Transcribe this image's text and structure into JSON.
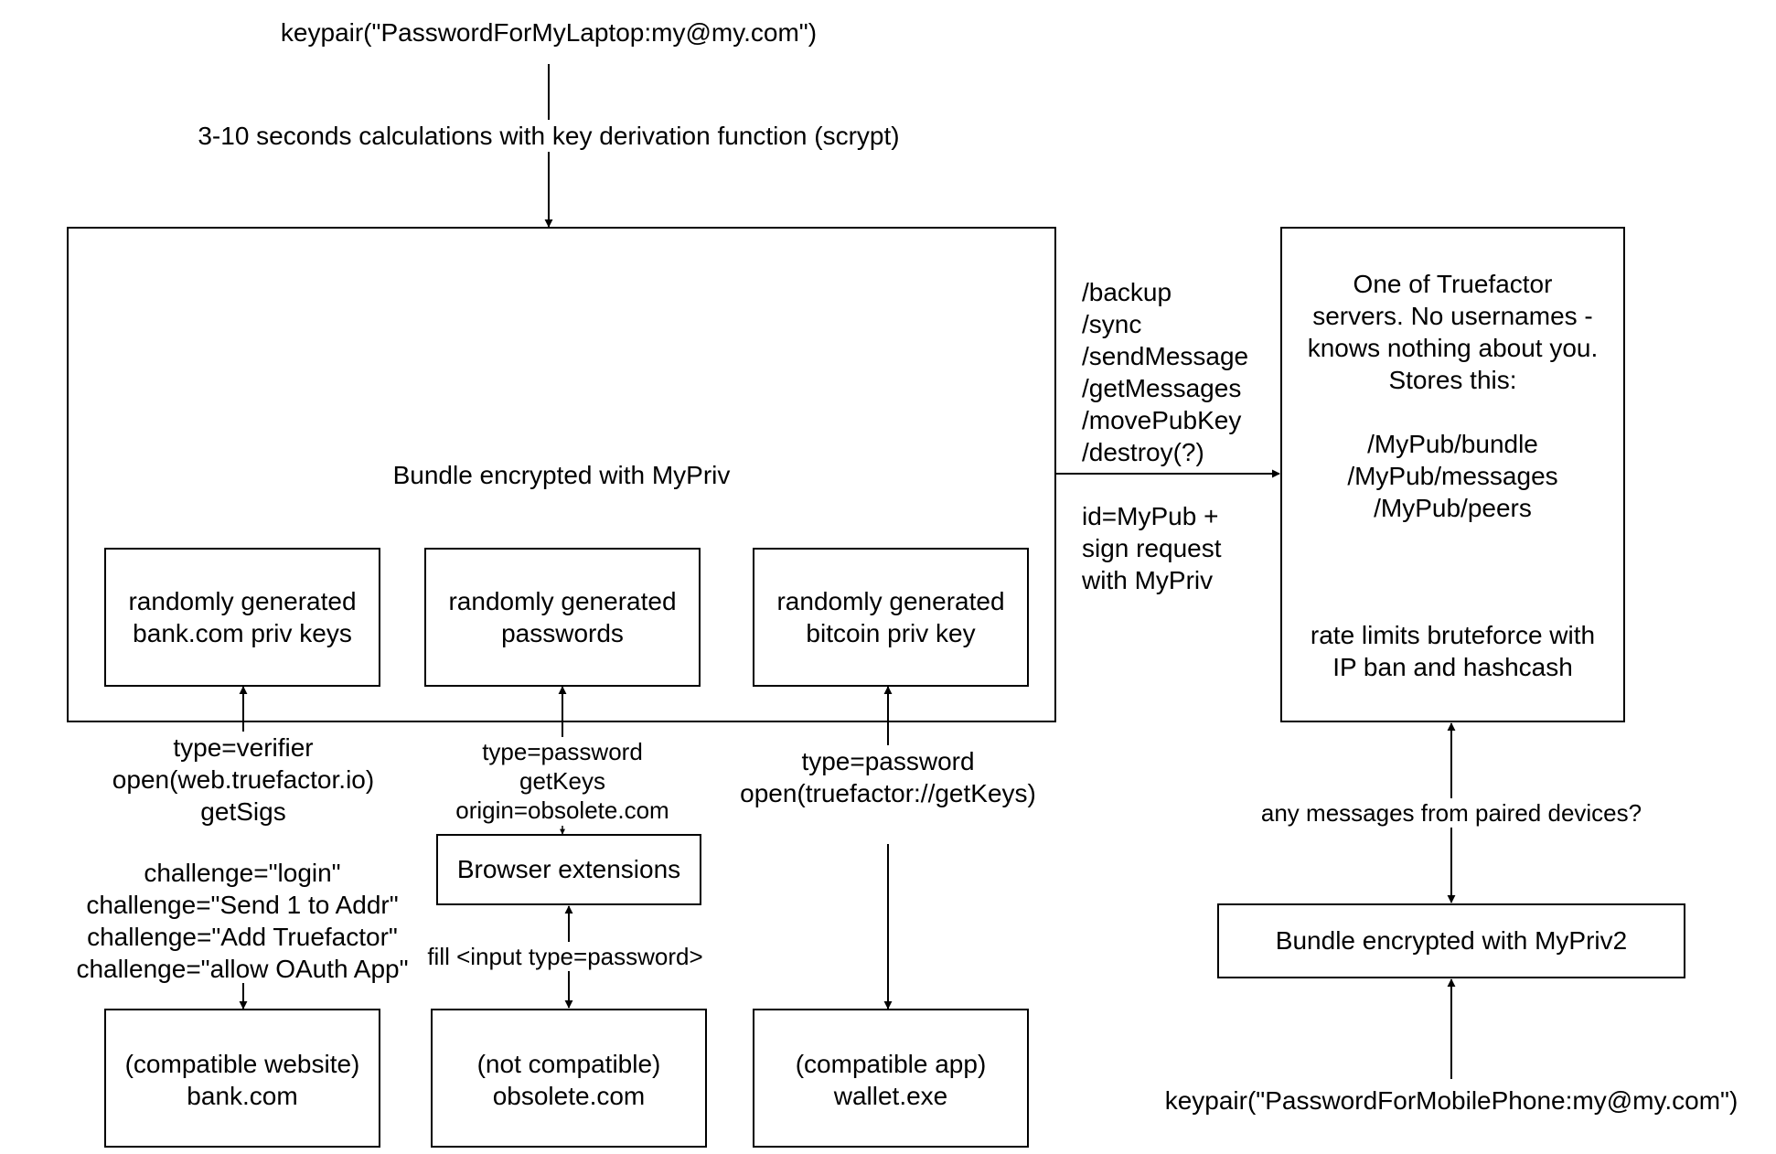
{
  "top_keypair": "keypair(\"PasswordForMyLaptop:my@my.com\")",
  "kdf_label": "3-10 seconds calculations with key derivation function (scrypt)",
  "bundle_title": "Bundle encrypted with MyPriv",
  "inner_boxes": {
    "bank_keys": [
      "randomly generated",
      "bank.com priv keys"
    ],
    "passwords": [
      "randomly generated",
      "passwords"
    ],
    "bitcoin_key": [
      "randomly generated",
      "bitcoin priv key"
    ]
  },
  "api_endpoints": [
    "/backup",
    "/sync",
    "/sendMessage",
    "/getMessages",
    "/movePubKey",
    "/destroy(?)"
  ],
  "auth_note": [
    "id=MyPub +",
    "sign request",
    "with MyPriv"
  ],
  "server": {
    "description": [
      "One of Truefactor",
      "servers. No usernames -",
      "knows nothing about you.",
      "Stores this:"
    ],
    "paths": [
      "/MyPub/bundle",
      "/MyPub/messages",
      "/MyPub/peers"
    ],
    "rate_limit": [
      "rate limits bruteforce with",
      "IP ban and hashcash"
    ]
  },
  "verifier_call": [
    "type=verifier",
    "open(web.truefactor.io)",
    "getSigs"
  ],
  "password_call": [
    "type=password",
    "getKeys",
    "origin=obsolete.com"
  ],
  "app_call": [
    "type=password",
    "open(truefactor://getKeys)"
  ],
  "challenges": [
    "challenge=\"login\"",
    "challenge=\"Send 1 to Addr\"",
    "challenge=\"Add Truefactor\"",
    "challenge=\"allow OAuth App\""
  ],
  "browser_extensions": "Browser extensions",
  "fill_input": "fill <input type=password>",
  "bottom_boxes": {
    "bank": [
      "(compatible website)",
      "bank.com"
    ],
    "obsolete": [
      "(not compatible)",
      "obsolete.com"
    ],
    "wallet": [
      "(compatible app)",
      "wallet.exe"
    ]
  },
  "paired_question": "any messages from paired devices?",
  "bundle2": "Bundle encrypted with MyPriv2",
  "bottom_keypair": "keypair(\"PasswordForMobilePhone:my@my.com\")"
}
